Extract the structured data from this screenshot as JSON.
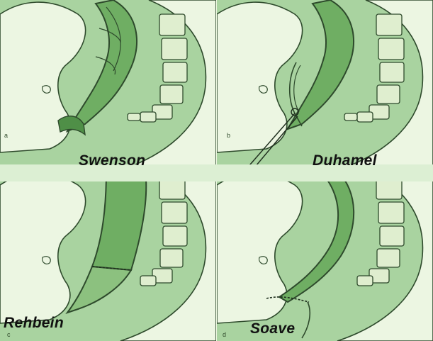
{
  "panels": [
    {
      "letter": "a",
      "label": "Swenson"
    },
    {
      "letter": "b",
      "label": "Duhamel"
    },
    {
      "letter": "c",
      "label": "Rehbein"
    },
    {
      "letter": "d",
      "label": "Soave"
    }
  ],
  "colors": {
    "background": "#a9d3a0",
    "light_organ": "#ecf6e2",
    "colon_fill": "#6fae63",
    "outline": "#2e4a2c"
  }
}
